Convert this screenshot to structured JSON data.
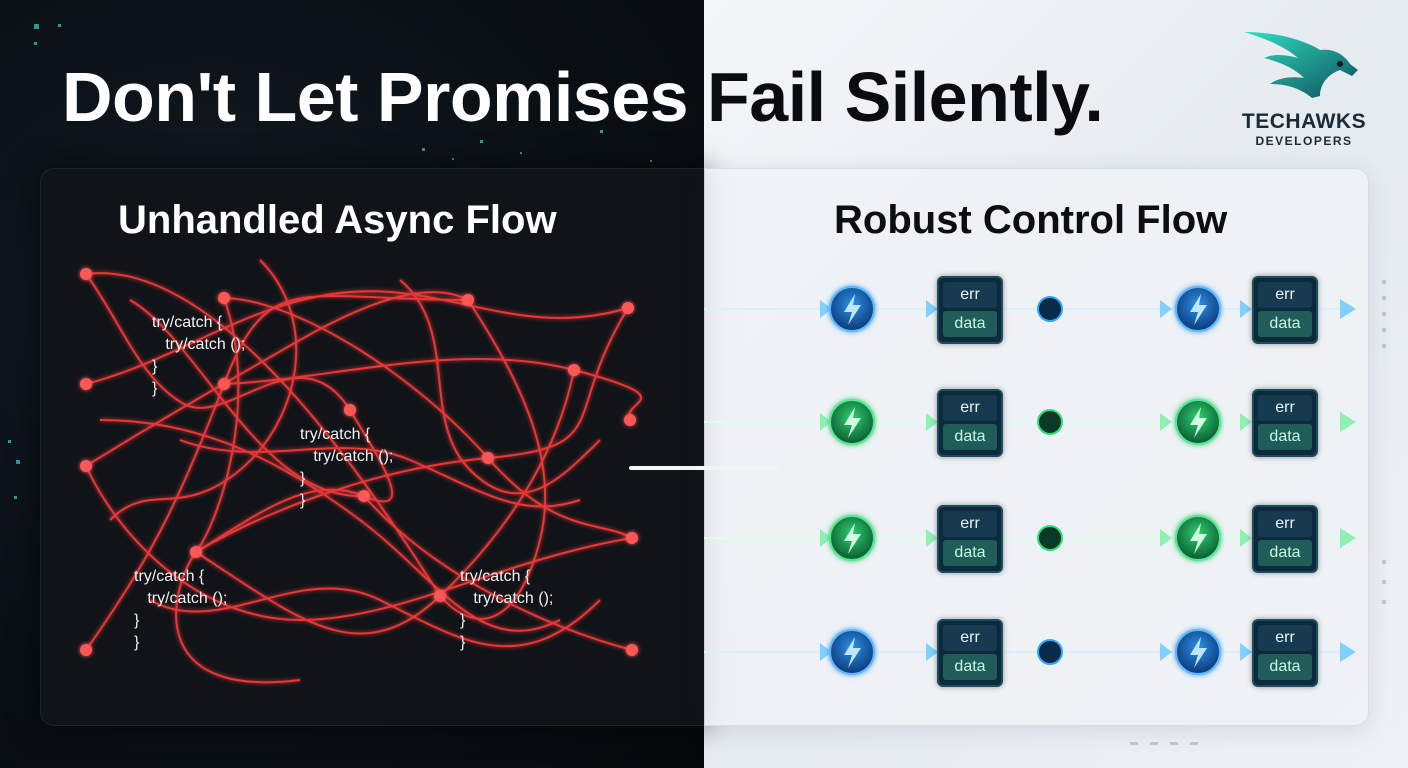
{
  "title": "Don't Let Promises Fail Silently.",
  "left": {
    "heading": "Unhandled Async Flow",
    "code_blocks": [
      {
        "lines": [
          "try/catch {",
          "   try/catch ();",
          "}",
          "}"
        ]
      },
      {
        "lines": [
          "try/catch {",
          "   try/catch ();",
          "}",
          "}"
        ]
      },
      {
        "lines": [
          "try/catch {",
          "   try/catch ();",
          "}",
          "}"
        ]
      },
      {
        "lines": [
          "try/catch {",
          "   try/catch ();",
          "}",
          "}"
        ]
      }
    ]
  },
  "right": {
    "heading": "Robust Control Flow",
    "chip_err": "err",
    "chip_data": "data",
    "lanes": [
      "blue",
      "green",
      "green",
      "blue"
    ]
  },
  "logo": {
    "name": "TECHAWKS",
    "sub": "DEVELOPERS"
  },
  "colors": {
    "tangle_red": "#ff3b3b",
    "lane_blue": "#2fa6ff",
    "lane_green": "#2fe07a",
    "chip_bg": "#0d2a3a"
  },
  "icons": [
    "lightning-icon",
    "hawk-logo-icon"
  ]
}
